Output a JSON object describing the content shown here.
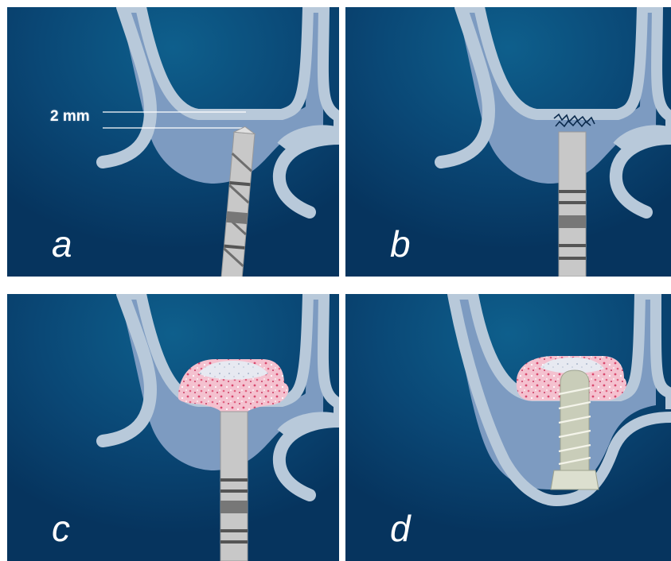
{
  "panels": [
    {
      "id": "a",
      "label": "a",
      "measurement": "2 mm"
    },
    {
      "id": "b",
      "label": "b"
    },
    {
      "id": "c",
      "label": "c"
    },
    {
      "id": "d",
      "label": "d"
    }
  ],
  "colors": {
    "background": "#06345e",
    "sinus_glow": "#0d5a86",
    "soft_tissue": "#7d9bc1",
    "cortical_bone": "#b8c9da",
    "drill": "#c8c8c8",
    "bone_graft": "#f2b6c6",
    "implant": "#c9cdb9"
  }
}
